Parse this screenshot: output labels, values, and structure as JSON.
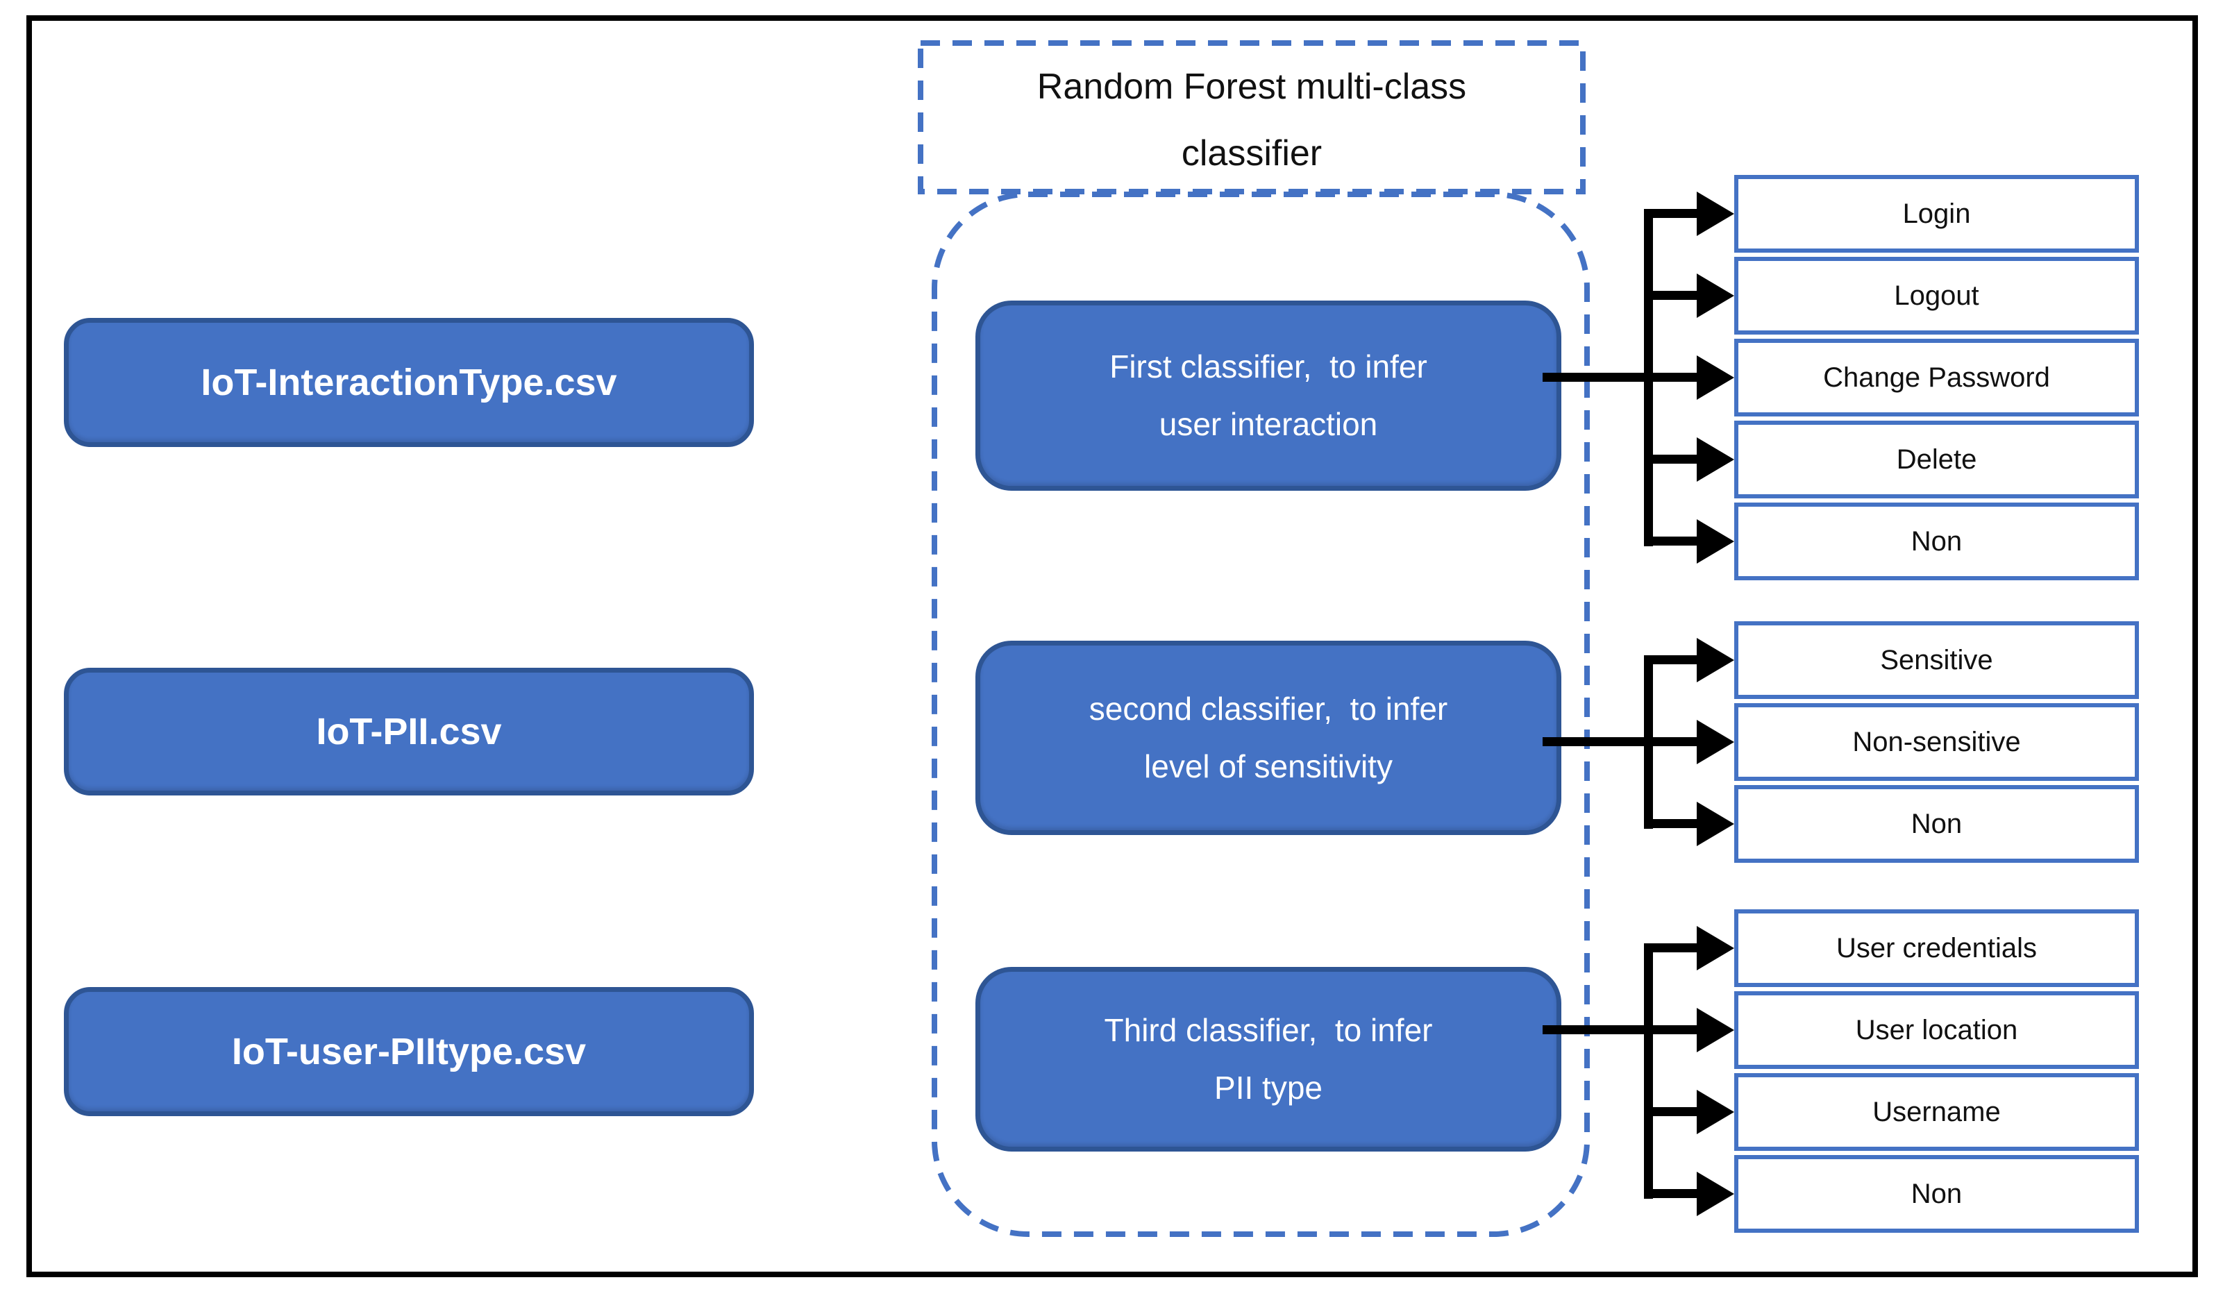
{
  "figure": {
    "title": "Random Forest multi-class\nclassifier",
    "colors": {
      "box_fill": "#4472C4",
      "box_border": "#2E5594",
      "dashed_outline": "#4472C4",
      "output_box_border": "#4472C4",
      "arrow": "#000000",
      "frame": "#000000"
    },
    "groups": [
      {
        "input_file": "IoT-InteractionType.csv",
        "classifier": "First classifier,  to infer\nuser interaction",
        "outputs": [
          "Login",
          "Logout",
          "Change Password",
          "Delete",
          "Non"
        ]
      },
      {
        "input_file": "IoT-PII.csv",
        "classifier": "second classifier,  to infer\nlevel of sensitivity",
        "outputs": [
          "Sensitive",
          "Non-sensitive",
          "Non"
        ]
      },
      {
        "input_file": "IoT-user-PIItype.csv",
        "classifier": "Third classifier,  to infer\nPII type",
        "outputs": [
          "User credentials",
          "User location",
          "Username",
          "Non"
        ]
      }
    ]
  }
}
